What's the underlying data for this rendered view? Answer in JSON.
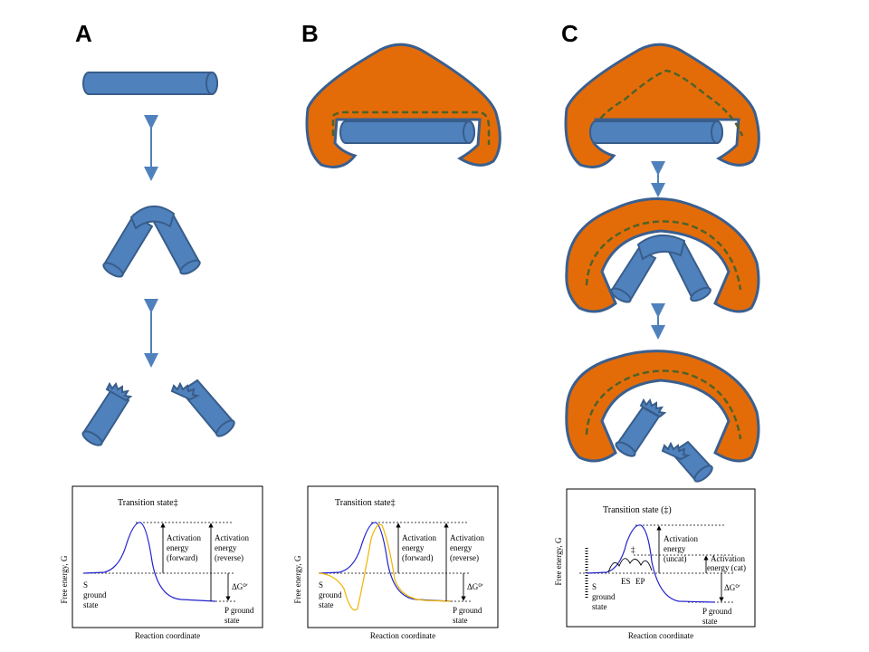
{
  "panels": [
    {
      "letter": "A"
    },
    {
      "letter": "B"
    },
    {
      "letter": "C"
    }
  ],
  "graphs": [
    {
      "transition": "Transition state‡",
      "ylabel": "Free energy, G",
      "xlabel": "Reaction coordinate",
      "s_label": [
        "S",
        "ground",
        "state"
      ],
      "p_label": [
        "P ground",
        "state"
      ],
      "fwd": [
        "Activation",
        "energy",
        "(forward)"
      ],
      "rev": [
        "Activation",
        "energy",
        "(reverse)"
      ],
      "dg": "ΔG⁰ʹ"
    },
    {
      "transition": "Transition state‡",
      "ylabel": "Free energy, G",
      "xlabel": "Reaction coordinate",
      "s_label": [
        "S",
        "ground",
        "state"
      ],
      "p_label": [
        "P ground",
        "state"
      ],
      "fwd": [
        "Activation",
        "energy",
        "(forward)"
      ],
      "rev": [
        "Activation",
        "energy",
        "(reverse)"
      ],
      "dg": "ΔG⁰ʹ"
    },
    {
      "transition": "Transition state (‡)",
      "ylabel": "Free energy, G",
      "xlabel": "Reaction coordinate",
      "s_label": [
        "S",
        "ground",
        "state"
      ],
      "p_label": [
        "P ground",
        "state"
      ],
      "uncat": [
        "Activation",
        "energy",
        "(uncat)"
      ],
      "cat": [
        "Activation",
        "energy (cat)"
      ],
      "dg": "ΔG⁰ʹ",
      "es": "ES",
      "ep": "EP",
      "dagger": "‡"
    }
  ],
  "colors": {
    "rod": "#4f81bd",
    "rod_stroke": "#385d8a",
    "enzyme": "#e36c09",
    "enzyme_stroke": "#3a5f8f",
    "dash_green": "#4f6228",
    "curve_blue": "#2222cc",
    "curve_yellow": "#f0b400"
  }
}
